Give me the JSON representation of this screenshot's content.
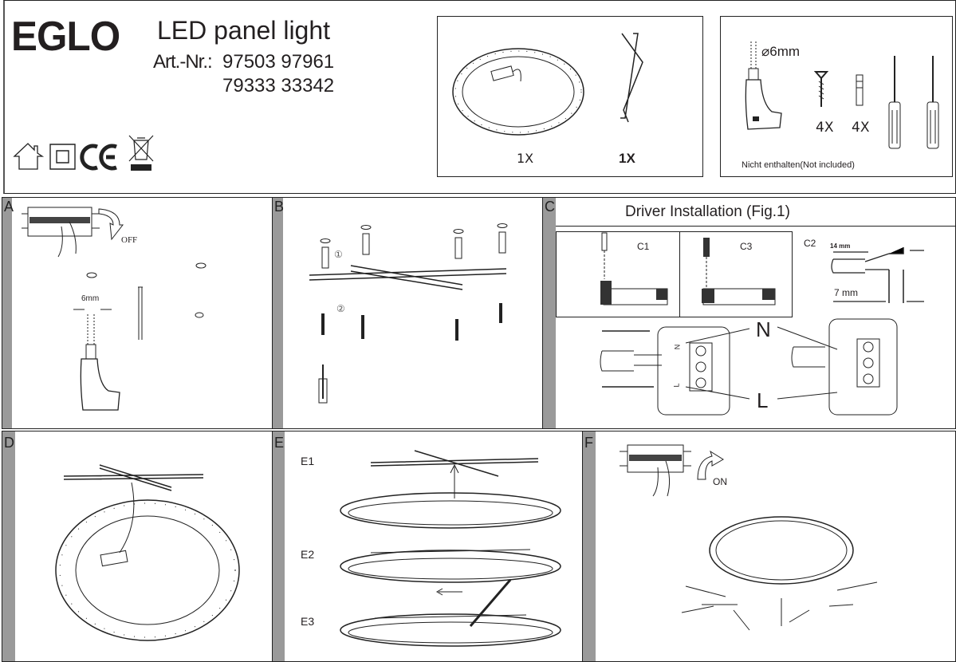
{
  "header": {
    "brand": "EGLO",
    "product_title": "LED panel light",
    "art_label": "Art.-Nr.:",
    "art_numbers_line1": "97503 97961",
    "art_numbers_line2": "79333 33342",
    "symbols": [
      "house-icon",
      "class-ii-icon",
      "ce-mark-icon",
      "weee-bin-icon"
    ]
  },
  "contents_box": {
    "panel_qty": "1X",
    "bracket_qty": "1X"
  },
  "tools_box": {
    "drill_size": "⌀6mm",
    "screws_qty": "4X",
    "plugs_qty": "4X",
    "note": "Nicht enthalten(Not included)"
  },
  "steps": {
    "a": {
      "letter": "A",
      "off_label": "OFF",
      "hole_size": "6mm"
    },
    "b": {
      "letter": "B",
      "step1": "①",
      "step2": "②"
    },
    "c": {
      "letter": "C",
      "title": "Driver Installation (Fig.1)",
      "c1": "C1",
      "c3": "C3",
      "c2": "C2",
      "strip_14": "14 mm",
      "strip_7": "7 mm",
      "neutral": "N",
      "live": "L",
      "term_n": "N",
      "term_l": "L"
    },
    "d": {
      "letter": "D"
    },
    "e": {
      "letter": "E",
      "e1": "E1",
      "e2": "E2",
      "e3": "E3"
    },
    "f": {
      "letter": "F",
      "on_label": "ON"
    }
  }
}
